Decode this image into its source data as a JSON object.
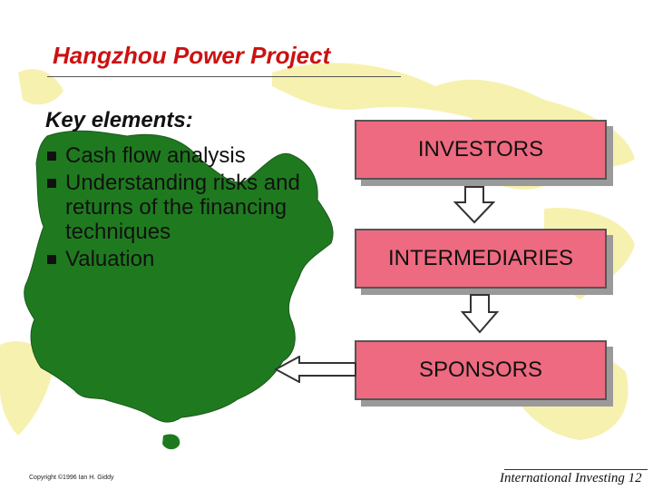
{
  "title": "Hangzhou Power Project",
  "key_elements": {
    "heading": "Key elements:",
    "items": [
      "Cash flow analysis",
      "Understanding risks and returns of the financing techniques",
      "Valuation"
    ]
  },
  "flow": {
    "investors": "INVESTORS",
    "intermediaries": "INTERMEDIARIES",
    "sponsors": "SPONSORS"
  },
  "footer": {
    "copyright": "Copyright ©1996 Ian H. Giddy",
    "course_page": "International Investing 12"
  },
  "colors": {
    "title": "#cc1111",
    "box_fill": "#ee6a80",
    "map_china": "#1f7a1f",
    "map_world": "#f7f1b0"
  }
}
